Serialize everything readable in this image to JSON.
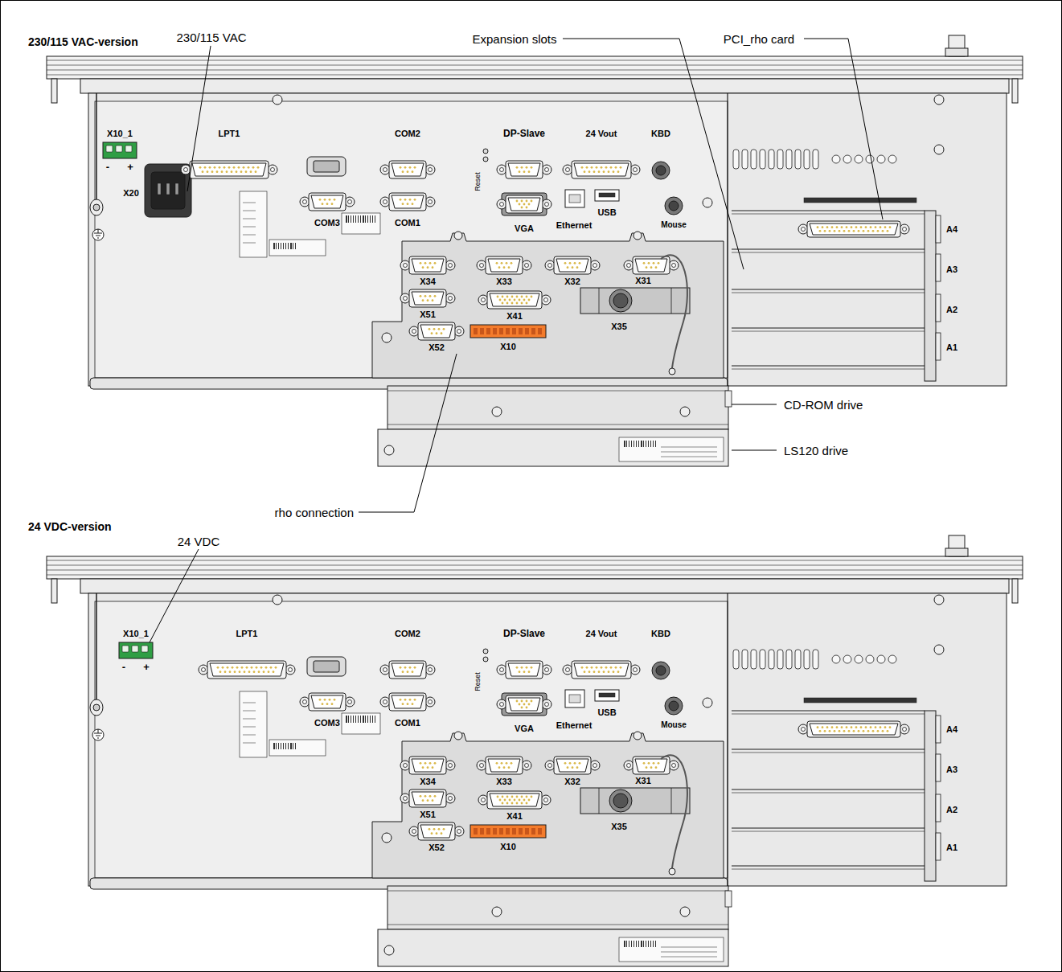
{
  "diagram": {
    "labels": [
      "230/115 VAC-version",
      "230/115 VAC",
      "Expansion slots",
      "PCI_rho card",
      "X10_1",
      "-",
      "+",
      "LPT1",
      "COM2",
      "DP-Slave",
      "24 Vout",
      "KBD",
      "Reset",
      "COM3",
      "COM1",
      "VGA",
      "Ethernet",
      "USB",
      "Mouse",
      "X20",
      "X34",
      "X33",
      "X32",
      "X31",
      "X51",
      "X41",
      "X35",
      "X52",
      "X10",
      "A4",
      "A3",
      "A2",
      "A1",
      "CD-ROM drive",
      "LS120 drive",
      "rho connection",
      "24 VDC-version",
      "24 VDC",
      "X10_1",
      "-",
      "+",
      "LPT1",
      "COM2",
      "DP-Slave",
      "24 Vout",
      "KBD",
      "Reset",
      "COM3",
      "COM1",
      "VGA",
      "Ethernet",
      "USB",
      "Mouse",
      "X34",
      "X33",
      "X32",
      "X31",
      "X51",
      "X41",
      "X35",
      "X52",
      "X10",
      "A4",
      "A3",
      "A2",
      "A1"
    ]
  }
}
